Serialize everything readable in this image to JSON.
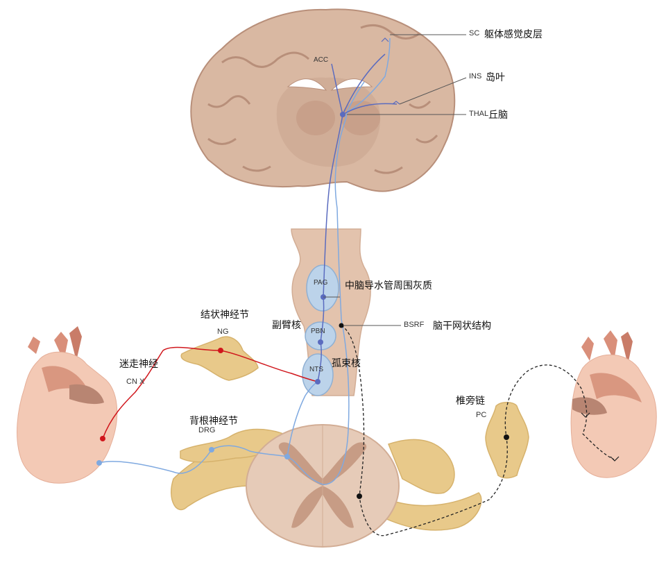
{
  "labels": {
    "sc_code": "SC",
    "sc_name": "躯体感觉皮层",
    "acc": "ACC",
    "ins_code": "INS",
    "ins_name": "岛叶",
    "thal_code": "THAL",
    "thal_name": "丘脑",
    "pag": "PAG",
    "pag_name": "中脑导水管周围灰质",
    "pbn": "PBN",
    "pbn_name": "副臂核",
    "nts": "NTS",
    "nts_name": "孤束核",
    "bsrf_code": "BSRF",
    "bsrf_name": "脑干网状结构",
    "ng_name": "结状神经节",
    "ng_code": "NG",
    "cnx_name": "迷走神经",
    "cnx_code": "CN X",
    "drg_name": "背根神经节",
    "drg_code": "DRG",
    "pc_name": "椎旁链",
    "pc_code": "PC"
  },
  "colors": {
    "vagal_pathway": "#d0161c",
    "spinal_pathway": "#7fa9e0",
    "ascending_pathway": "#5a6bbf",
    "sympathetic_pathway": "#222222",
    "brain_tissue": "#d9b8a2",
    "brain_dark": "#c49a84",
    "ganglion": "#e8c98a",
    "nucleus_fill": "#bcd3ea",
    "heart": "#f3c9b5"
  }
}
